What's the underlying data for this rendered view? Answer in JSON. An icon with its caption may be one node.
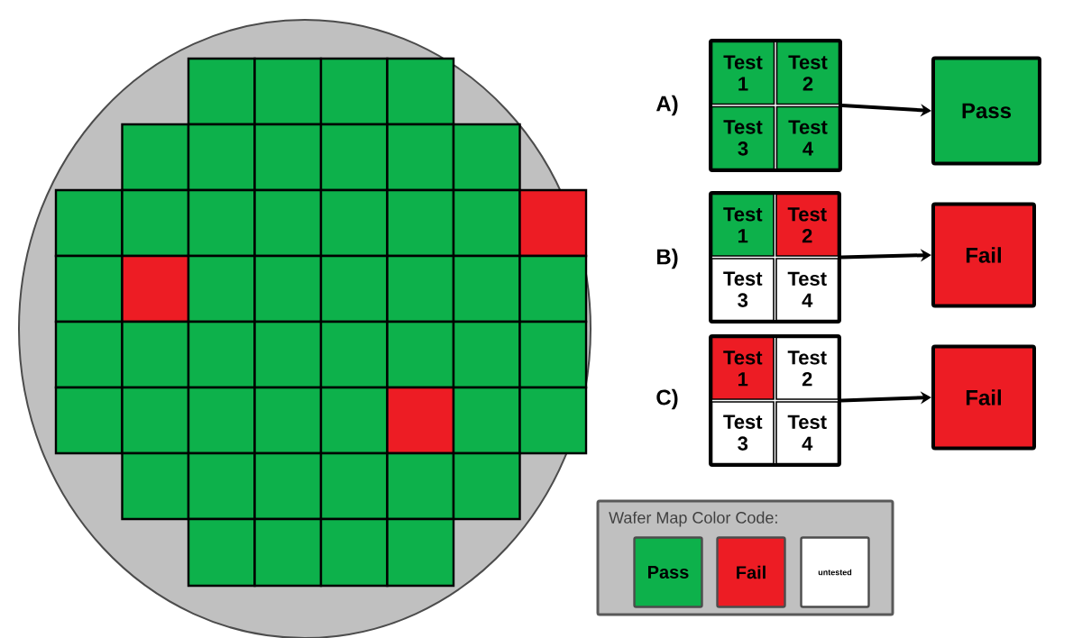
{
  "diagram": {
    "nodes": [
      {
        "text": [],
        "shape": "box"
      },
      {
        "text": [
          "Test 1"
        ],
        "in": 0
      },
      {
        "text": [
          "Test 2"
        ],
        "in": 0
      },
      {
        "text": [
          "Test 3"
        ],
        "in": 0
      },
      {
        "text": [
          "Test 4"
        ],
        "in": 0
      },
      {
        "text": [
          "Pass"
        ]
      },
      {
        "text": [],
        "shape": "box"
      },
      {
        "text": [
          "Test 1"
        ],
        "in": 6
      },
      {
        "text": [
          "Test 2"
        ],
        "in": 6
      },
      {
        "text": [
          "Test 3"
        ],
        "in": 6
      },
      {
        "text": [
          "Test 4"
        ],
        "in": 6
      },
      {
        "text": [
          "Fail"
        ]
      },
      {
        "text": [],
        "shape": "box"
      },
      {
        "text": [
          "Test 1"
        ],
        "in": 12
      },
      {
        "text": [
          "Test 2"
        ],
        "in": 12
      },
      {
        "text": [
          "Test 3"
        ],
        "in": 12
      },
      {
        "text": [
          "Test 4"
        ],
        "in": 12
      },
      {
        "text": [
          "Fail"
        ]
      }
    ],
    "edges": [
      {
        "from": 0,
        "to": 5,
        "arrow": "to"
      },
      {
        "from": 6,
        "to": 11,
        "arrow": "to"
      },
      {
        "from": 12,
        "to": 17,
        "arrow": "to"
      }
    ],
    "labels": [
      "A)",
      "B)",
      "C)",
      "Wafer Map Color Code:"
    ],
    "legend": [
      {
        "text": "Pass",
        "color": "#0db14b"
      },
      {
        "text": "Fail",
        "color": "#ed1c24"
      },
      {
        "text": "untested",
        "color": "#ffffff"
      }
    ]
  }
}
